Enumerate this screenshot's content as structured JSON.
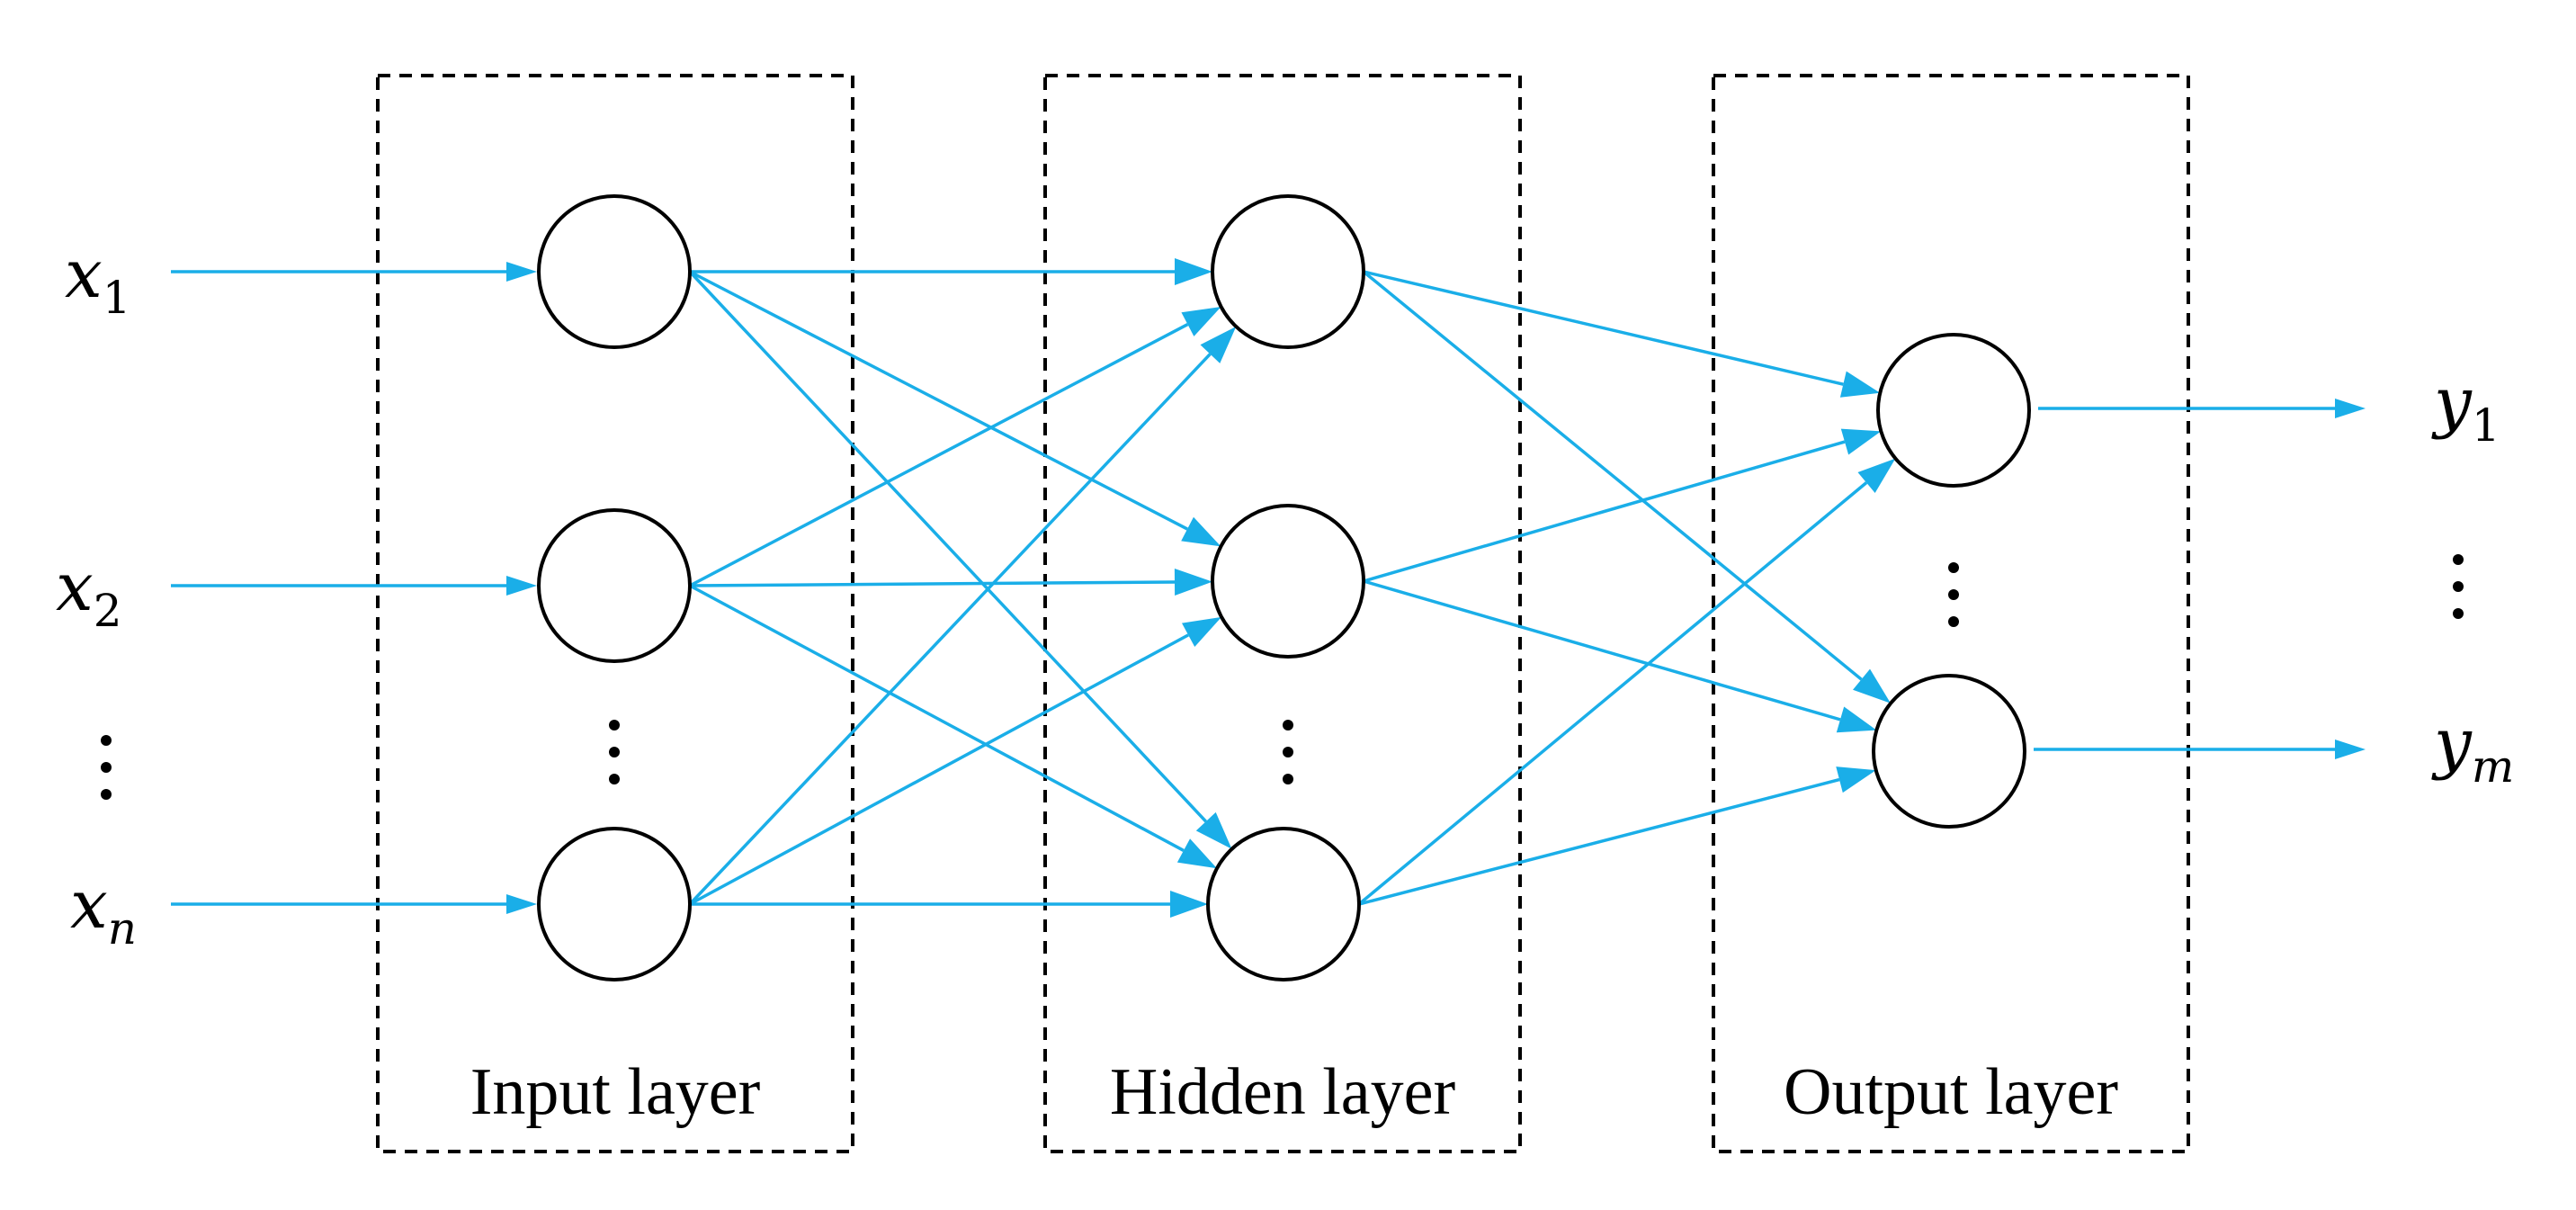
{
  "diagram": {
    "layers": [
      {
        "label": "Input layer"
      },
      {
        "label": "Hidden layer"
      },
      {
        "label": "Output layer"
      }
    ],
    "inputs": [
      {
        "var": "x",
        "sub": "1"
      },
      {
        "var": "x",
        "sub": "2"
      },
      {
        "var": "x",
        "sub": "n"
      }
    ],
    "outputs": [
      {
        "var": "y",
        "sub": "1"
      },
      {
        "var": "y",
        "sub": "m"
      }
    ],
    "colors": {
      "edge": "#1aaee8",
      "stroke": "#000000"
    }
  }
}
